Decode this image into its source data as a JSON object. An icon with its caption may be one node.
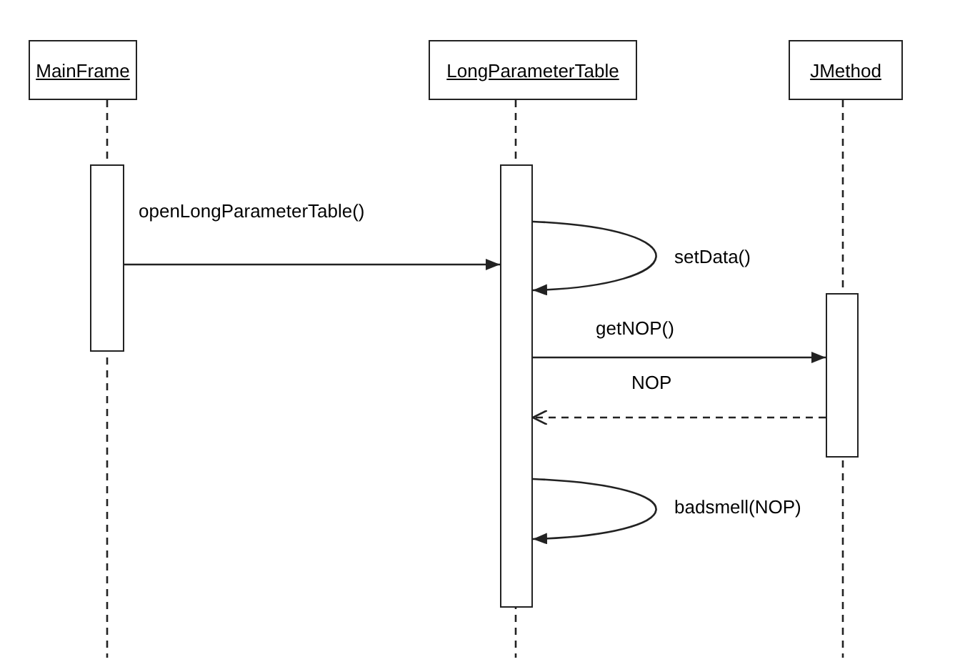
{
  "diagram": {
    "nodes": [
      {
        "text": [
          "MainFrame"
        ]
      },
      {
        "text": [
          "LongParameterTable"
        ]
      },
      {
        "text": [
          "JMethod"
        ]
      },
      {
        "text": [],
        "shape": "bar"
      },
      {
        "text": [],
        "shape": "bar"
      },
      {
        "text": [],
        "shape": "bar"
      }
    ],
    "edges": [
      {
        "from": 0,
        "to": null,
        "arrow": "none",
        "style": "dashed"
      },
      {
        "from": 1,
        "to": null,
        "arrow": "none",
        "style": "dashed"
      },
      {
        "from": 2,
        "to": null,
        "arrow": "none",
        "style": "dashed"
      },
      {
        "from": 3,
        "to": 4,
        "arrow": "to",
        "label": "openLongParameterTable()"
      },
      {
        "from": 4,
        "to": 4,
        "arrow": "to",
        "label": "setData()"
      },
      {
        "from": 4,
        "to": 5,
        "arrow": "to",
        "label": "getNOP()"
      },
      {
        "from": 5,
        "to": 4,
        "arrow": "to",
        "label": "NOP",
        "style": "dashed"
      },
      {
        "from": 4,
        "to": 4,
        "arrow": "to",
        "label": "badsmell(NOP)"
      }
    ]
  }
}
